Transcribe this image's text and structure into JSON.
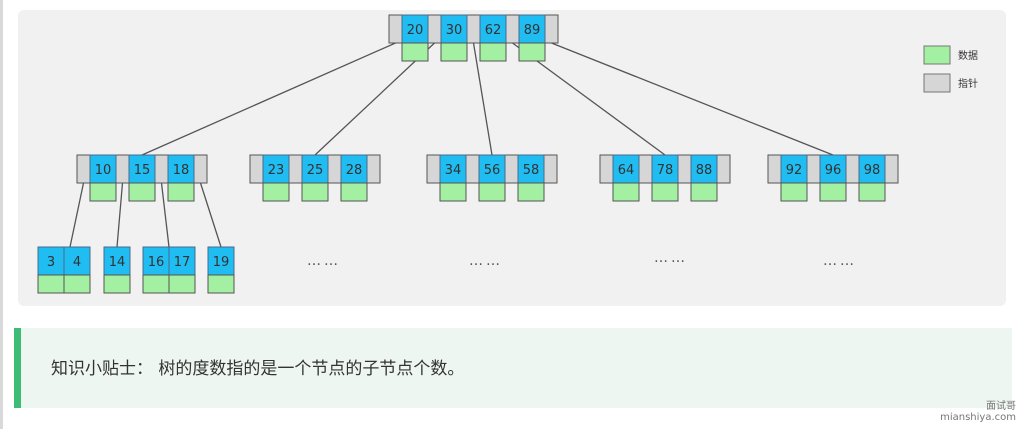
{
  "diagram": {
    "colors": {
      "key": "#1fbdf2",
      "key_border": "#4a6a8a",
      "data": "#a3f0a3",
      "pointer": "#d6d6d6",
      "edge": "#555555",
      "border": "#555555"
    },
    "root": {
      "keys": [
        "20",
        "30",
        "62",
        "89"
      ]
    },
    "level2": [
      {
        "keys": [
          "10",
          "15",
          "18"
        ]
      },
      {
        "keys": [
          "23",
          "25",
          "28"
        ]
      },
      {
        "keys": [
          "34",
          "56",
          "58"
        ]
      },
      {
        "keys": [
          "64",
          "78",
          "88"
        ]
      },
      {
        "keys": [
          "92",
          "96",
          "98"
        ]
      }
    ],
    "leaves": [
      {
        "keys": [
          "3",
          "4"
        ]
      },
      {
        "keys": [
          "14"
        ]
      },
      {
        "keys": [
          "16",
          "17"
        ]
      },
      {
        "keys": [
          "19"
        ]
      }
    ],
    "ellipsis": "……",
    "legend": [
      {
        "label": "数据",
        "color": "#a3f0a3"
      },
      {
        "label": "指针",
        "color": "#d6d6d6"
      }
    ]
  },
  "tip": {
    "text": "知识小贴士： 树的度数指的是一个节点的子节点个数。"
  },
  "watermark": {
    "line1": "面试哥",
    "line2": "mianshiya.com"
  }
}
